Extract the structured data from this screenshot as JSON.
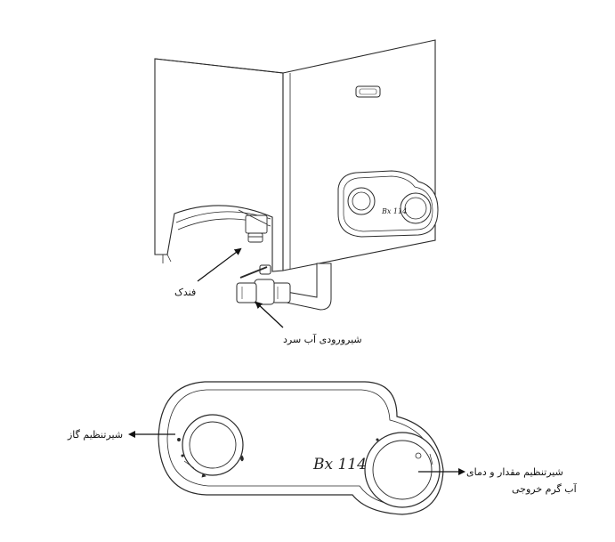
{
  "labels": {
    "lighter": "فندک",
    "cold_water_inlet_valve": "شیرورودی آب سرد",
    "gas_valve": "شیرتنظیم گاز",
    "water_valve_line1": "شیرتنظیم مقدار و دمای",
    "water_valve_line2": "آب گرم خروجی"
  },
  "model": {
    "top_view": "Bx 114",
    "panel_view": "Bx 114"
  },
  "colors": {
    "line": "#2a2a2a",
    "arrow": "#111111",
    "fill": "#ffffff"
  }
}
